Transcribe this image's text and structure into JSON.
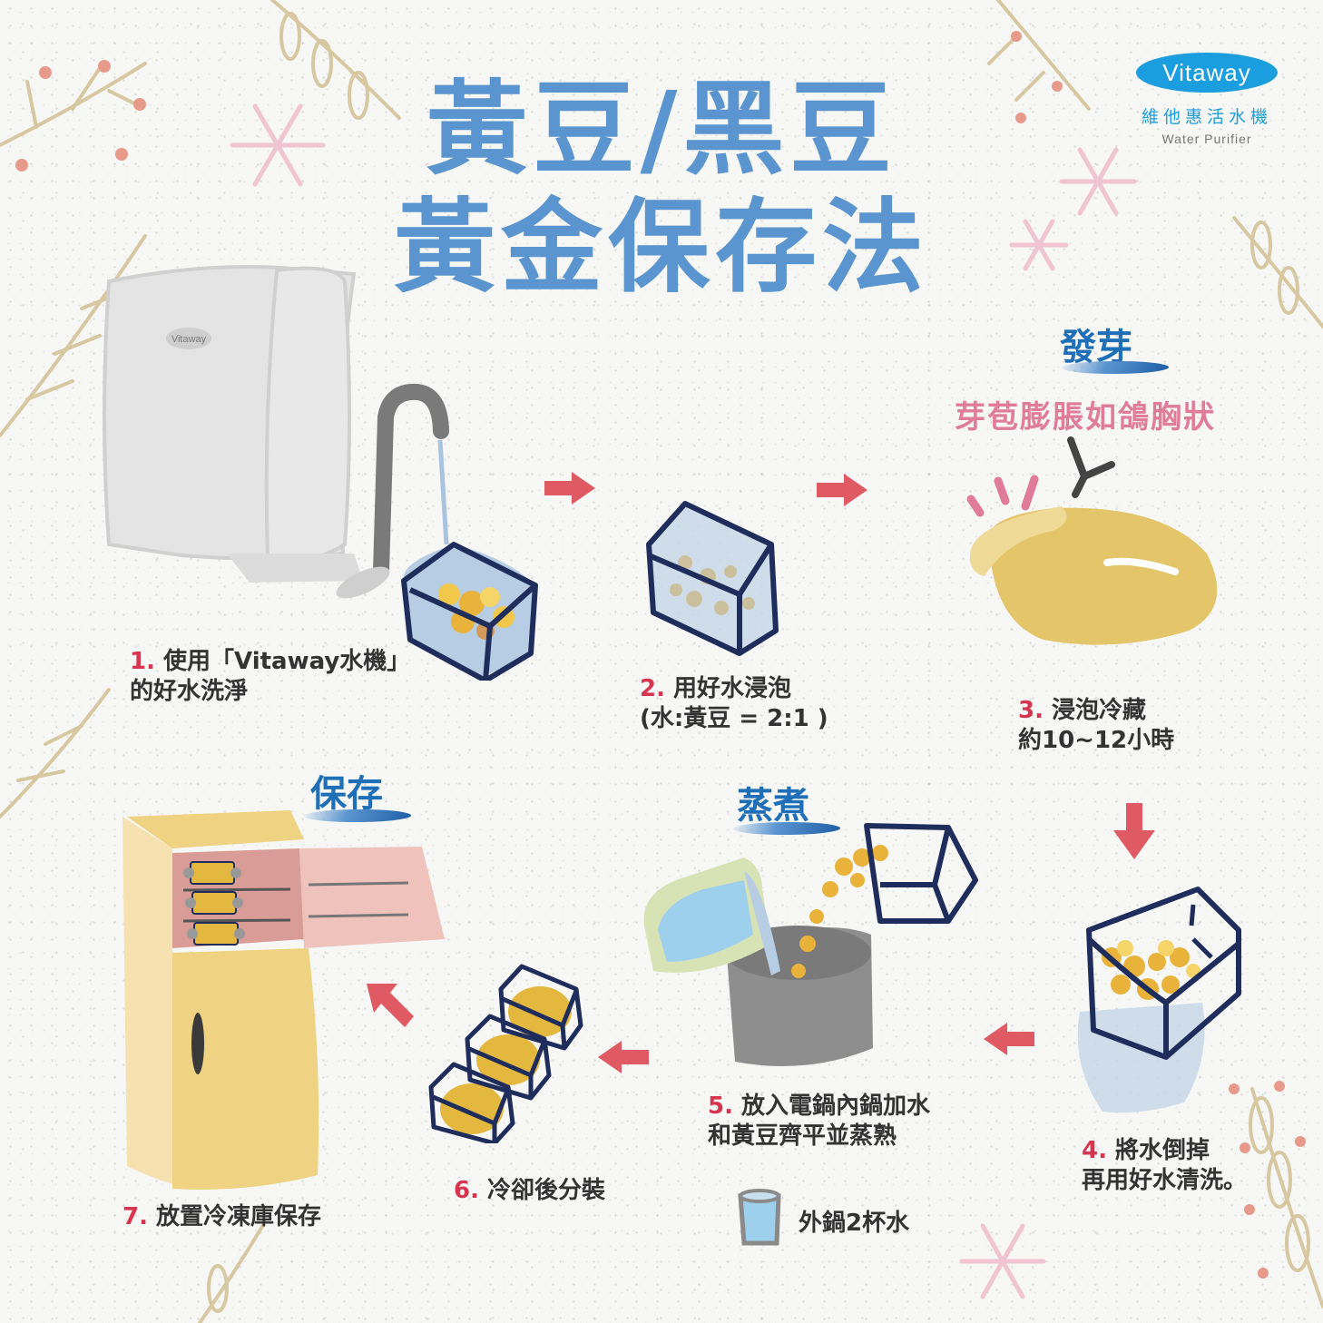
{
  "title": {
    "line1": "黃豆/黑豆",
    "line2": "黃金保存法"
  },
  "brand": {
    "logo_text": "Vitaway",
    "chinese_name": "維他惠活水機",
    "subtitle": "Water Purifier",
    "color": "#1b9ee0"
  },
  "machine_label": "Vitaway",
  "sections": {
    "sprout": "發芽",
    "steam": "蒸煮",
    "store": "保存"
  },
  "sprout_note": "芽苞膨脹如鴿胸狀",
  "steps": [
    {
      "num": "1.",
      "line1": "使用「Vitaway水機」",
      "line2": "的好水洗淨"
    },
    {
      "num": "2.",
      "line1": "用好水浸泡",
      "line2": "(水:黃豆 = 2:1 )"
    },
    {
      "num": "3.",
      "line1": "浸泡冷藏",
      "line2": "約10~12小時"
    },
    {
      "num": "4.",
      "line1": "將水倒掉",
      "line2": "再用好水清洗。"
    },
    {
      "num": "5.",
      "line1": "放入電鍋內鍋加水",
      "line2": "和黃豆齊平並蒸熟"
    },
    {
      "num": "6.",
      "line1": "冷卻後分裝"
    },
    {
      "num": "7.",
      "line1": "放置冷凍庫保存"
    }
  ],
  "outer_pot_note": "外鍋2杯水",
  "colors": {
    "title": "#5b95d0",
    "step_number": "#d7354f",
    "arrow": "#e05a63",
    "section": "#1f6fb8",
    "pink_note": "#e07b9a",
    "bean": "#e4c56a"
  }
}
